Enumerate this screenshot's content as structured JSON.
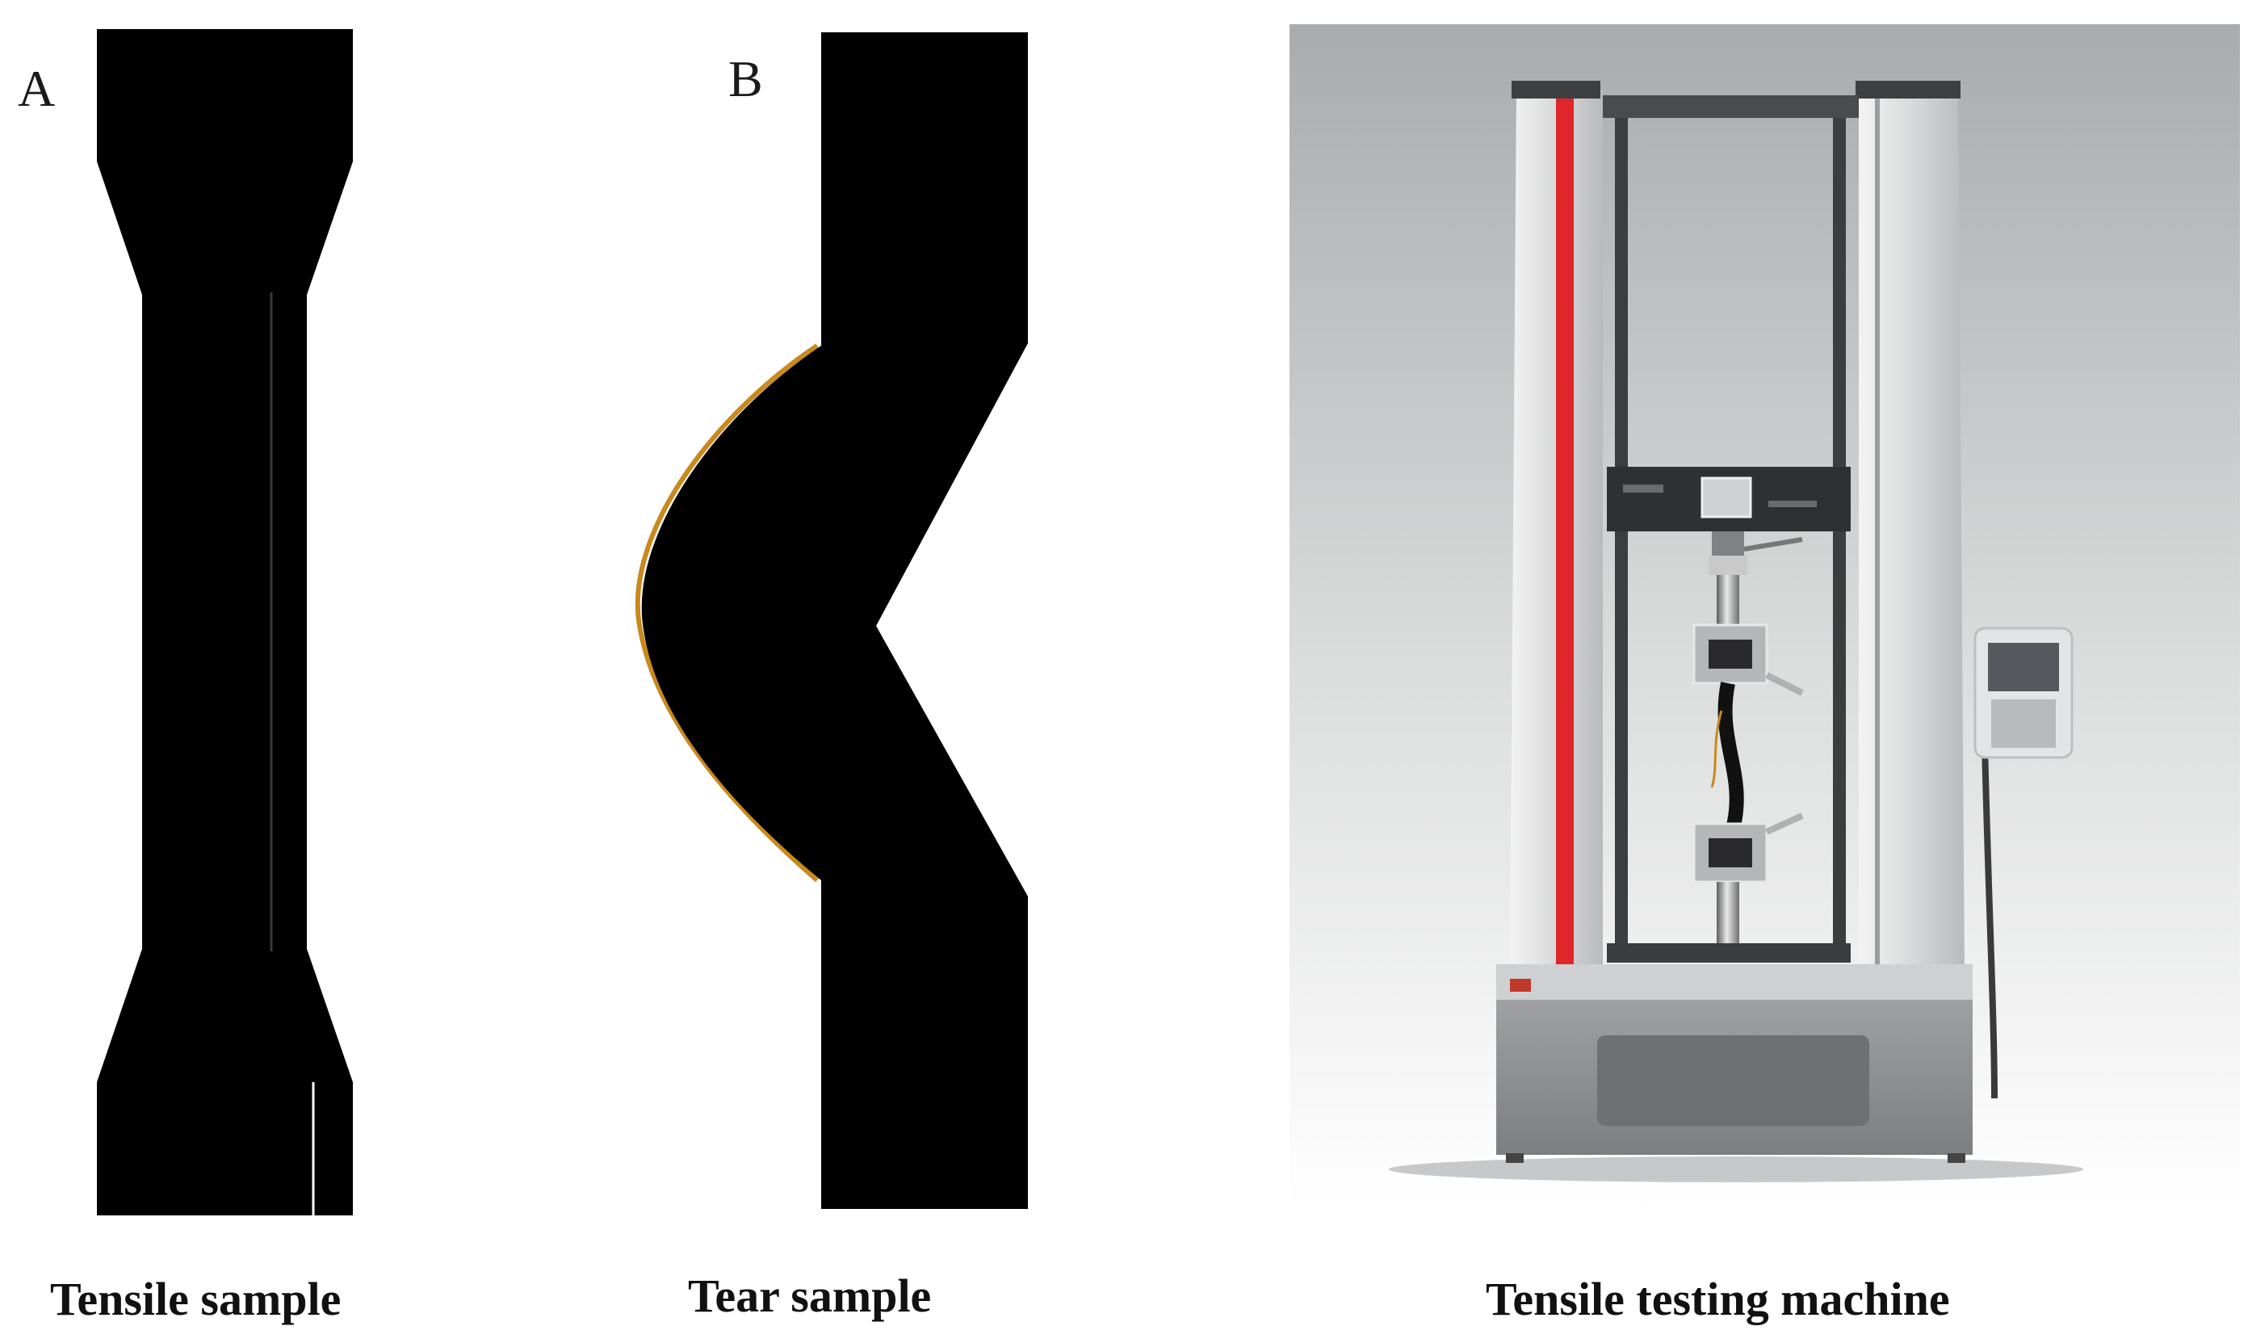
{
  "panels": {
    "a": {
      "letter": "A",
      "caption": "Tensile sample"
    },
    "b": {
      "letter": "B",
      "caption": "Tear sample"
    },
    "c": {
      "caption": "Tensile testing machine"
    }
  },
  "colors": {
    "sample_fill": "#000000",
    "tear_edge_highlight": "#c8891e",
    "machine_column": "#d9dadb",
    "machine_stripe": "#e0262a",
    "machine_base": "#8c8d8f",
    "photo_bg_top": "#a9abad",
    "photo_bg_bottom": "#ffffff"
  },
  "icons": [
    "dumbbell-specimen",
    "right-angle-tear-specimen",
    "universal-testing-machine"
  ]
}
